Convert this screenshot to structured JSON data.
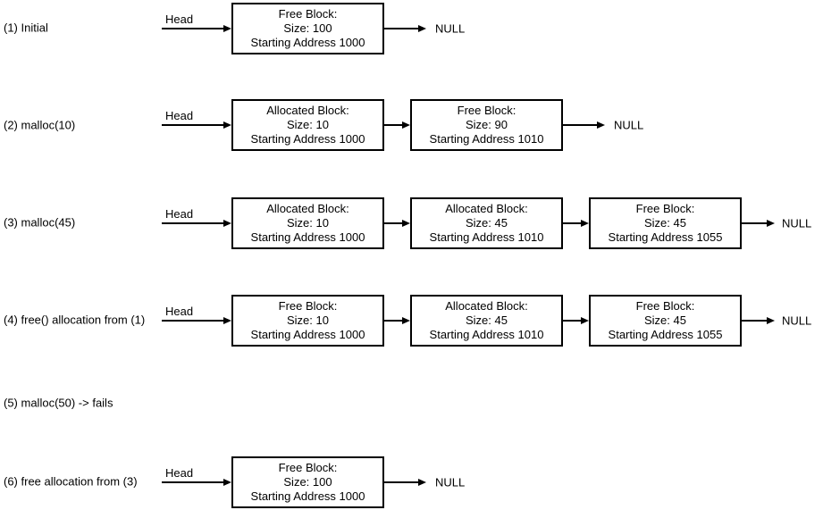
{
  "labels": {
    "head": "Head",
    "null": "NULL"
  },
  "colors": {
    "background": "#ffffff",
    "line": "#000000",
    "text": "#000000"
  },
  "rows": [
    {
      "label": "(1) Initial",
      "nodes": [
        {
          "title": "Free Block:",
          "size": "Size: 100",
          "address": "Starting Address 1000"
        }
      ]
    },
    {
      "label": "(2) malloc(10)",
      "nodes": [
        {
          "title": "Allocated Block:",
          "size": "Size: 10",
          "address": "Starting Address 1000"
        },
        {
          "title": "Free Block:",
          "size": "Size: 90",
          "address": "Starting Address 1010"
        }
      ]
    },
    {
      "label": "(3) malloc(45)",
      "nodes": [
        {
          "title": "Allocated Block:",
          "size": "Size: 10",
          "address": "Starting Address 1000"
        },
        {
          "title": "Allocated Block:",
          "size": "Size: 45",
          "address": "Starting Address 1010"
        },
        {
          "title": "Free Block:",
          "size": "Size: 45",
          "address": "Starting Address 1055"
        }
      ]
    },
    {
      "label": "(4) free() allocation from (1)",
      "nodes": [
        {
          "title": "Free Block:",
          "size": "Size: 10",
          "address": "Starting Address 1000"
        },
        {
          "title": "Allocated Block:",
          "size": "Size: 45",
          "address": "Starting Address 1010"
        },
        {
          "title": "Free Block:",
          "size": "Size: 45",
          "address": "Starting Address 1055"
        }
      ]
    },
    {
      "label": "(5) malloc(50) -> fails",
      "nodes": []
    },
    {
      "label": "(6) free allocation from (3)",
      "nodes": [
        {
          "title": "Free Block:",
          "size": "Size: 100",
          "address": "Starting Address 1000"
        }
      ]
    }
  ]
}
